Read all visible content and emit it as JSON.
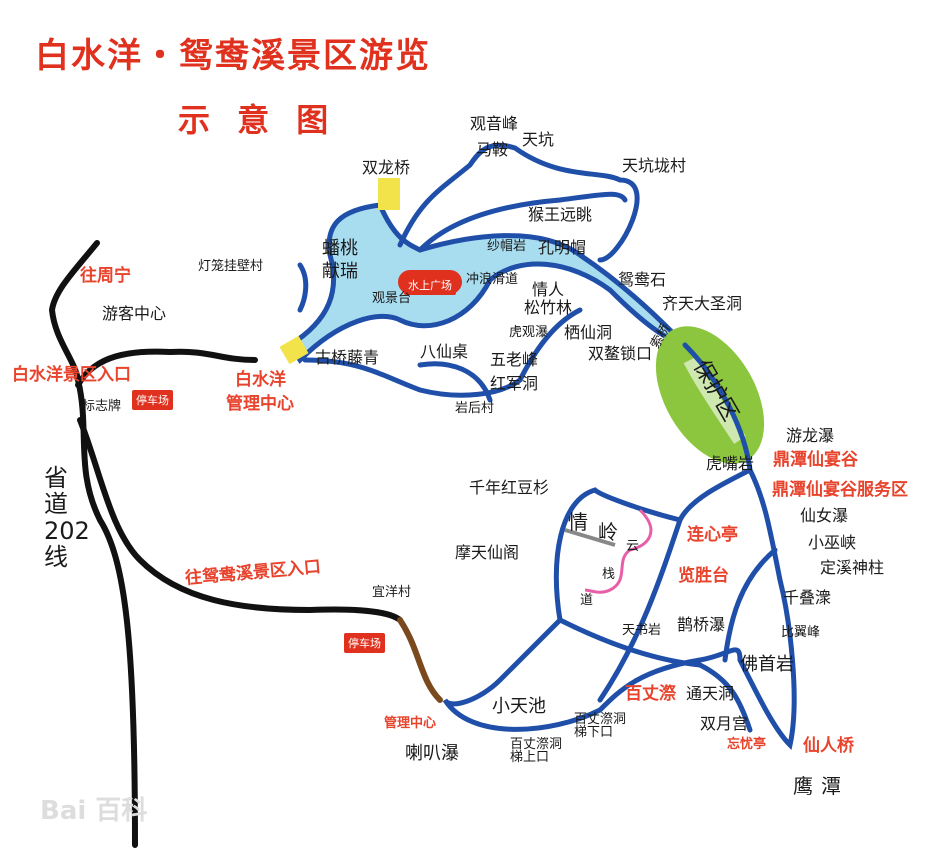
{
  "title": {
    "line1": "白水洋・鸳鸯溪景区游览",
    "line2": "示 意 图"
  },
  "colors": {
    "trail": "#1f4fa8",
    "road": "#111111",
    "water": "#a8dcef",
    "reserve": "#8cc63f",
    "label_red": "#e8432c"
  },
  "badges": {
    "water_plaza": "水上广场",
    "parking1": "停车场",
    "parking2": "停车场"
  },
  "reserve": "保护区",
  "plank_road": [
    "情",
    "岭",
    "云",
    "栈",
    "道"
  ],
  "bridge": "索桥",
  "labels": {
    "guanyinfeng": "观音峰",
    "maan": "马鞍",
    "tiankeng": "天坑",
    "tiankenglongcun": "天坑垅村",
    "shuanglongqiao": "双龙桥",
    "houwang": "猴王远眺",
    "shamaoyan": "纱帽岩",
    "kongmingmao": "孔明帽",
    "pantao": "蟠桃",
    "xianrui": "献瑞",
    "denglong": "灯笼挂壁村",
    "chonglang": "冲浪滑道",
    "yuanyangshi": "鸳鸯石",
    "qingren": "情人",
    "songzhulin": "松竹林",
    "guanjingtai": "观景台",
    "qitian": "齐天大圣洞",
    "wangzhouning": "往周宁",
    "youkezhongxin": "游客中心",
    "huguanpu": "虎观瀑",
    "qixiandong": "栖仙洞",
    "shuangao": "双鳌锁口",
    "guqiao": "古桥藤青",
    "baxianzhuo": "八仙桌",
    "wulaofeng": "五老峰",
    "hongjundong": "红军洞",
    "entrance": "白水洋景区入口",
    "bsy": "白水洋",
    "bsy_mgmt": "管理中心",
    "biaozhipai": "标志牌",
    "yanhoucun": "岩后村",
    "youlongpu": "游龙瀑",
    "huzuiyan": "虎嘴岩",
    "dingtan": "鼎潭仙宴谷",
    "dingtan_service": "鼎潭仙宴谷服务区",
    "hongdoushan": "千年红豆杉",
    "xiannvpu": "仙女瀑",
    "lianxinting": "连心亭",
    "xiaowuxia": "小巫峡",
    "motian": "摩天仙阁",
    "dingxi": "定溪神柱",
    "to_yyx": "往鸳鸯溪景区入口",
    "yiyangcun": "宜洋村",
    "lanshengtai": "览胜台",
    "qiandie": "千叠潨",
    "tianshuyan": "天书岩",
    "queqiaopu": "鹊桥瀑",
    "biyifeng": "比翼峰",
    "foshouyan": "佛首岩",
    "baizhangji": "百丈漈",
    "tongtiandong": "通天洞",
    "xiaotianchi": "小天池",
    "mgmt2": "管理中心",
    "ladder_low": "百丈漈洞梯下口",
    "shuangyuegong": "双月宫",
    "ladder_up": "百丈漈洞梯上口",
    "labapu": "喇叭瀑",
    "wangyouting": "忘忧亭",
    "xianrenqiao": "仙人桥",
    "yingtan": "鹰潭",
    "provincial": "省道202线"
  }
}
